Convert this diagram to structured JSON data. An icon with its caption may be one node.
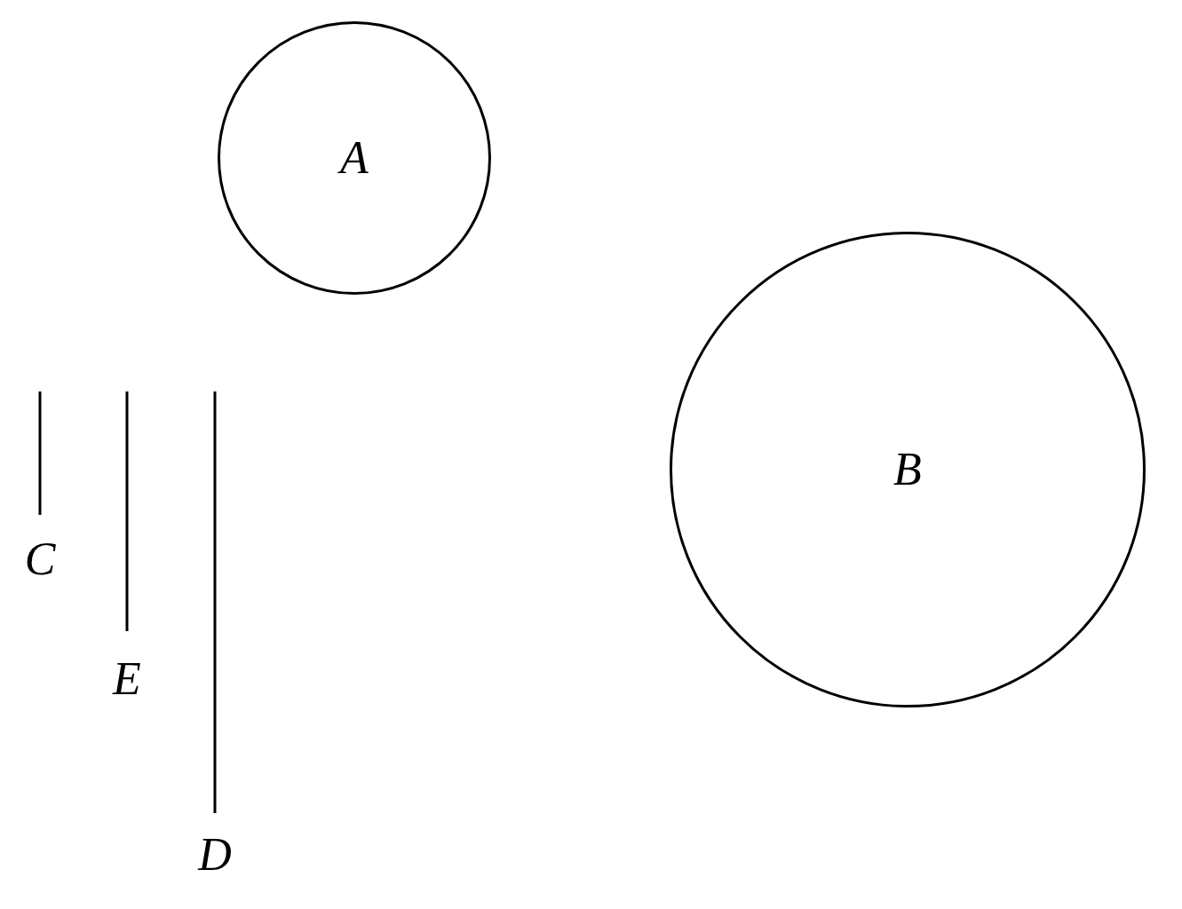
{
  "diagram": {
    "nodes": [
      {
        "text": [
          "A"
        ]
      },
      {
        "text": [
          "B"
        ]
      }
    ],
    "labels": [
      "C",
      "E",
      "D"
    ]
  }
}
